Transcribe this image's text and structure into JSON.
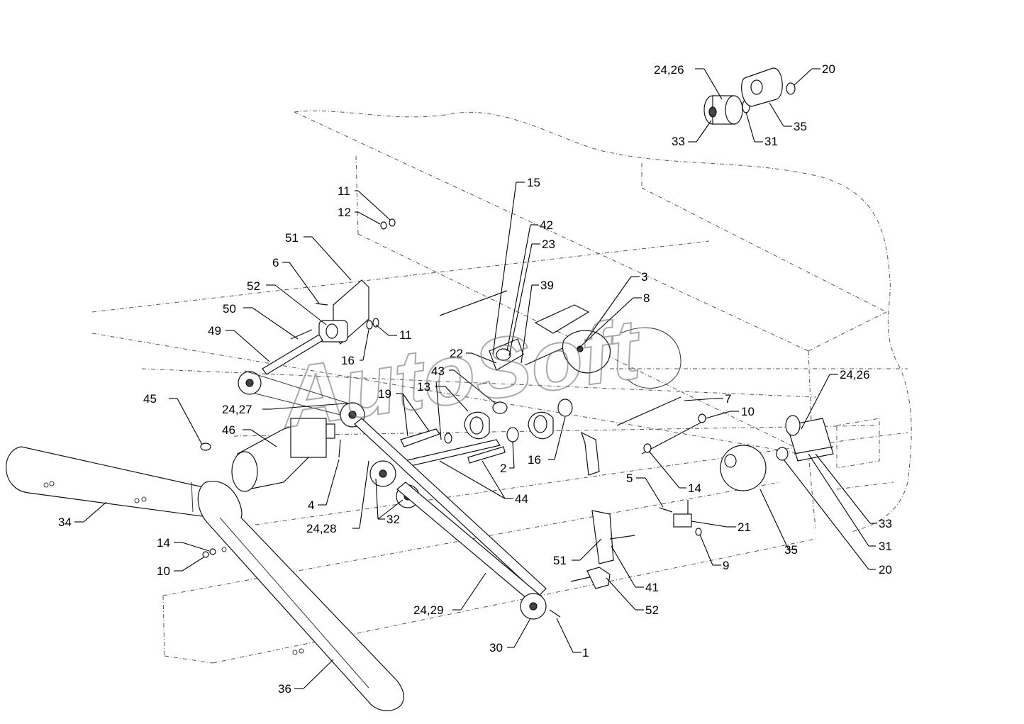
{
  "watermark": "AutoSoft",
  "callouts": [
    {
      "id": "c-24-26-top",
      "text": "24,26"
    },
    {
      "id": "c-20-top",
      "text": "20"
    },
    {
      "id": "c-35-top",
      "text": "35"
    },
    {
      "id": "c-33-top",
      "text": "33"
    },
    {
      "id": "c-31-top",
      "text": "31"
    },
    {
      "id": "c-15",
      "text": "15"
    },
    {
      "id": "c-11-top",
      "text": "11"
    },
    {
      "id": "c-12",
      "text": "12"
    },
    {
      "id": "c-42",
      "text": "42"
    },
    {
      "id": "c-23",
      "text": "23"
    },
    {
      "id": "c-51-left",
      "text": "51"
    },
    {
      "id": "c-6",
      "text": "6"
    },
    {
      "id": "c-3",
      "text": "3"
    },
    {
      "id": "c-39",
      "text": "39"
    },
    {
      "id": "c-52-left",
      "text": "52"
    },
    {
      "id": "c-8",
      "text": "8"
    },
    {
      "id": "c-50",
      "text": "50"
    },
    {
      "id": "c-11-mid",
      "text": "11"
    },
    {
      "id": "c-49",
      "text": "49"
    },
    {
      "id": "c-16-left",
      "text": "16"
    },
    {
      "id": "c-22",
      "text": "22"
    },
    {
      "id": "c-43",
      "text": "43"
    },
    {
      "id": "c-24-26-right",
      "text": "24,26"
    },
    {
      "id": "c-13",
      "text": "13"
    },
    {
      "id": "c-45",
      "text": "45"
    },
    {
      "id": "c-19",
      "text": "19"
    },
    {
      "id": "c-7",
      "text": "7"
    },
    {
      "id": "c-24-27",
      "text": "24,27"
    },
    {
      "id": "c-10-right",
      "text": "10"
    },
    {
      "id": "c-46",
      "text": "46"
    },
    {
      "id": "c-16-mid",
      "text": "16"
    },
    {
      "id": "c-2",
      "text": "2"
    },
    {
      "id": "c-5",
      "text": "5"
    },
    {
      "id": "c-14-right",
      "text": "14"
    },
    {
      "id": "c-4",
      "text": "4"
    },
    {
      "id": "c-44",
      "text": "44"
    },
    {
      "id": "c-34",
      "text": "34"
    },
    {
      "id": "c-32",
      "text": "32"
    },
    {
      "id": "c-24-28",
      "text": "24,28"
    },
    {
      "id": "c-33-right",
      "text": "33"
    },
    {
      "id": "c-21",
      "text": "21"
    },
    {
      "id": "c-14-left",
      "text": "14"
    },
    {
      "id": "c-31-right",
      "text": "31"
    },
    {
      "id": "c-35-right",
      "text": "35"
    },
    {
      "id": "c-51-right",
      "text": "51"
    },
    {
      "id": "c-10-left",
      "text": "10"
    },
    {
      "id": "c-9",
      "text": "9"
    },
    {
      "id": "c-20-right",
      "text": "20"
    },
    {
      "id": "c-41",
      "text": "41"
    },
    {
      "id": "c-24-29",
      "text": "24,29"
    },
    {
      "id": "c-52-right",
      "text": "52"
    },
    {
      "id": "c-30",
      "text": "30"
    },
    {
      "id": "c-1",
      "text": "1"
    },
    {
      "id": "c-36",
      "text": "36"
    }
  ]
}
